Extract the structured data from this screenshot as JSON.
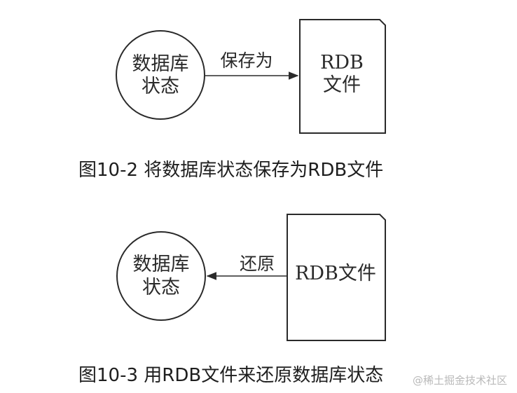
{
  "figure1": {
    "db_state": [
      "数据库",
      "状态"
    ],
    "edge_label": "保存为",
    "file_label": [
      "RDB",
      "文件"
    ],
    "caption": "图10-2 将数据库状态保存为RDB文件"
  },
  "figure2": {
    "db_state": [
      "数据库",
      "状态"
    ],
    "edge_label": "还原",
    "file_label": "RDB文件",
    "caption": "图10-3 用RDB文件来还原数据库状态"
  },
  "watermark": "@稀土掘金技术社区"
}
